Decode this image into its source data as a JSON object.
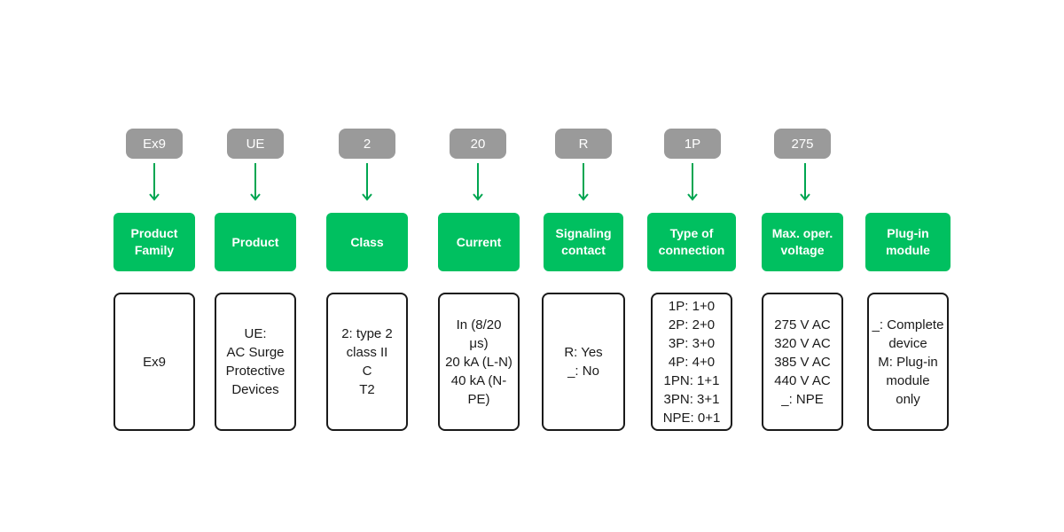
{
  "colors": {
    "code_bg": "#9a9a9a",
    "category_bg": "#00c060",
    "arrow": "#00a651",
    "border": "#1a1a1a"
  },
  "codes": [
    "Ex9",
    "UE",
    "2",
    "20",
    "R",
    "1P",
    "275"
  ],
  "categories": [
    {
      "line1": "Product",
      "line2": "Family"
    },
    {
      "line1": "Product",
      "line2": ""
    },
    {
      "line1": "Class",
      "line2": ""
    },
    {
      "line1": "Current",
      "line2": ""
    },
    {
      "line1": "Signaling",
      "line2": "contact"
    },
    {
      "line1": "Type of",
      "line2": "connection"
    },
    {
      "line1": "Max. oper.",
      "line2": "voltage"
    },
    {
      "line1": "Plug-in",
      "line2": "module"
    }
  ],
  "descriptions": [
    [
      "Ex9"
    ],
    [
      "UE:",
      "AC Surge",
      "Protective",
      "Devices"
    ],
    [
      "2: type 2",
      "class II",
      "C",
      "T2"
    ],
    [
      "In (8/20",
      "μs)",
      "20 kA (L-N)",
      "40 kA (N-",
      "PE)"
    ],
    [
      "R: Yes",
      "_: No"
    ],
    [
      "1P: 1+0",
      "2P: 2+0",
      "3P: 3+0",
      "4P: 4+0",
      "1PN: 1+1",
      "3PN: 3+1",
      "NPE: 0+1"
    ],
    [
      "275 V AC",
      "320 V AC",
      "385 V AC",
      "440 V AC",
      "_: NPE"
    ],
    [
      "_: Complete",
      "device",
      "M: Plug-in",
      "module",
      "only"
    ]
  ]
}
